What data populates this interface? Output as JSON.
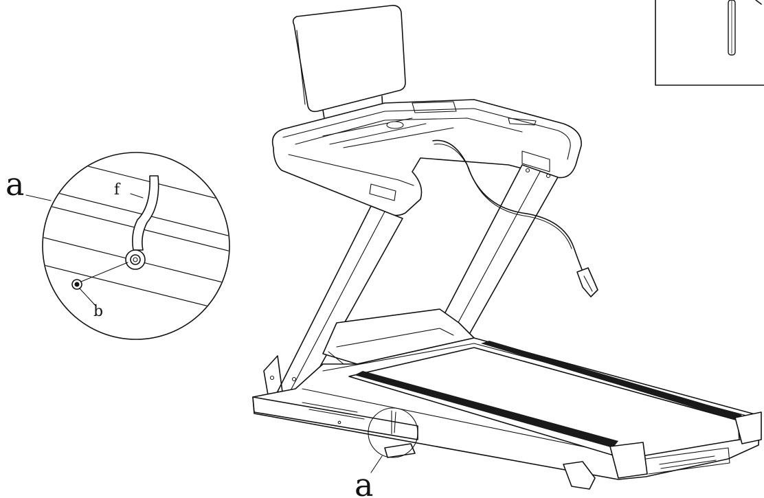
{
  "labels": {
    "detail_callout": "a",
    "bottom_callout": "a",
    "cable_label": "f",
    "screw_label": "b"
  },
  "colors": {
    "line": "#111111",
    "background": "#ffffff",
    "belt_texture": "#1a1a1a"
  },
  "icons": {
    "tool_inset": "allen-key-icon"
  }
}
